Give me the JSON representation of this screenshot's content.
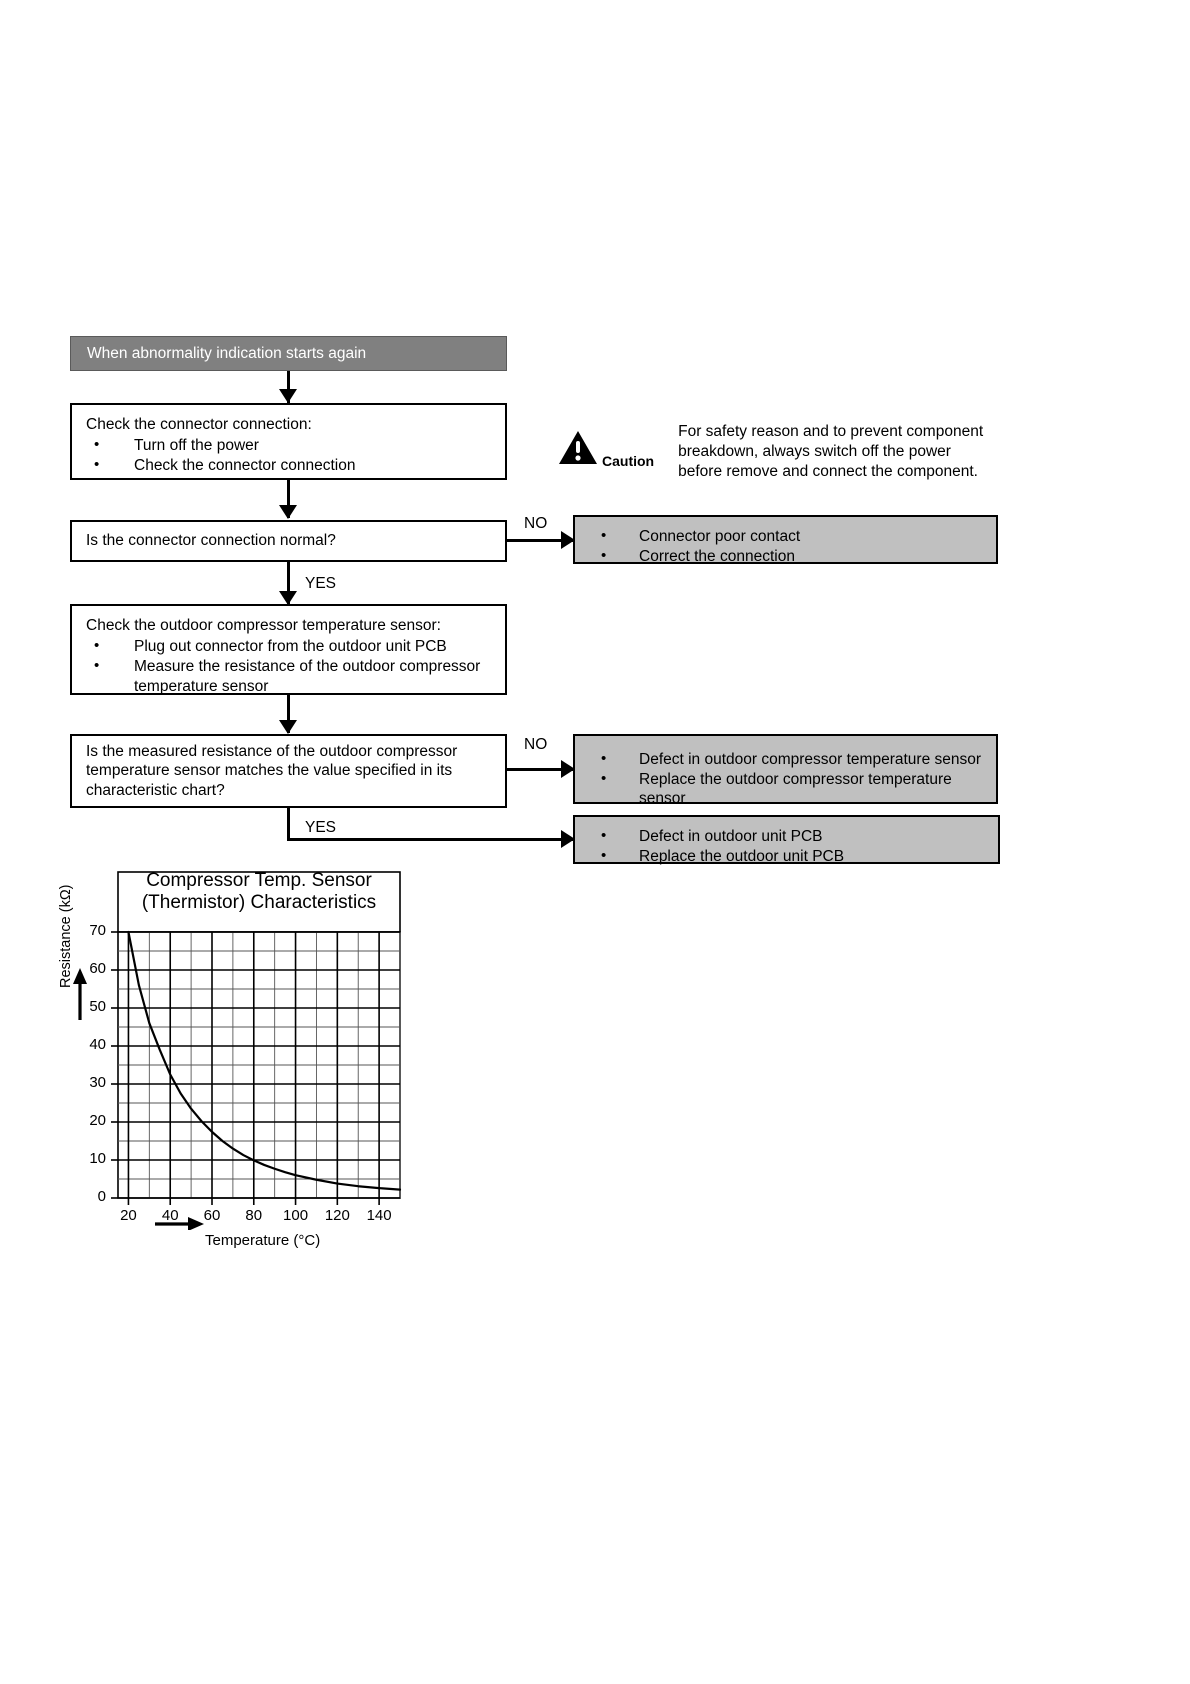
{
  "flow": {
    "header": {
      "label": "When abnormality indication starts again"
    },
    "step1": {
      "title": "Check the connector connection:",
      "bullets": [
        "Turn off the power",
        "Check the connector connection"
      ]
    },
    "decision1": {
      "question": "Is the connector connection normal?",
      "no_label": "NO",
      "yes_label": "YES"
    },
    "result1": {
      "bullets": [
        "Connector poor contact",
        "Correct the connection"
      ]
    },
    "step2": {
      "title": "Check the outdoor compressor temperature sensor:",
      "bullets": [
        "Plug out connector from the outdoor unit PCB",
        "Measure the resistance of the outdoor compressor temperature sensor"
      ]
    },
    "decision2": {
      "question": "Is the measured resistance of the outdoor compressor temperature sensor matches the value specified in its characteristic chart?",
      "no_label": "NO",
      "yes_label": "YES"
    },
    "result2": {
      "bullets": [
        "Defect in outdoor compressor temperature sensor",
        "Replace the outdoor compressor temperature sensor"
      ]
    },
    "result3": {
      "bullets": [
        "Defect in outdoor unit PCB",
        "Replace the outdoor unit PCB"
      ]
    }
  },
  "caution": {
    "icon_name": "warning-triangle-icon",
    "label": "Caution",
    "lines": [
      "For safety reason and to prevent component",
      "breakdown, always switch off the power",
      "before remove and connect the component."
    ]
  },
  "colors": {
    "header_fill": "#808080",
    "result_fill": "#c0c0c0",
    "line": "#000000",
    "page_background": "#ffffff"
  },
  "chart_data": {
    "type": "line",
    "title": "Compressor Temp. Sensor (Thermistor) Characteristics",
    "title_lines": [
      "Compressor Temp. Sensor",
      "(Thermistor) Characteristics"
    ],
    "xlabel": "Temperature (°C)",
    "ylabel": "Resistance (kΩ)",
    "xlim": [
      15,
      150
    ],
    "ylim": [
      0,
      70
    ],
    "xticks": [
      20,
      40,
      60,
      80,
      100,
      120,
      140
    ],
    "yticks": [
      0,
      10,
      20,
      30,
      40,
      50,
      60,
      70
    ],
    "x_minor_step": 10,
    "y_minor_step": 5,
    "grid": true,
    "legend": "none",
    "x": [
      20,
      25,
      30,
      35,
      40,
      45,
      50,
      55,
      60,
      65,
      70,
      75,
      80,
      85,
      90,
      95,
      100,
      110,
      120,
      130,
      140,
      150
    ],
    "y": [
      70,
      56,
      46,
      39,
      32.5,
      27.5,
      23.5,
      20.2,
      17.4,
      15.0,
      13.0,
      11.3,
      9.9,
      8.7,
      7.7,
      6.8,
      6.0,
      4.8,
      3.8,
      3.1,
      2.6,
      2.2
    ]
  }
}
